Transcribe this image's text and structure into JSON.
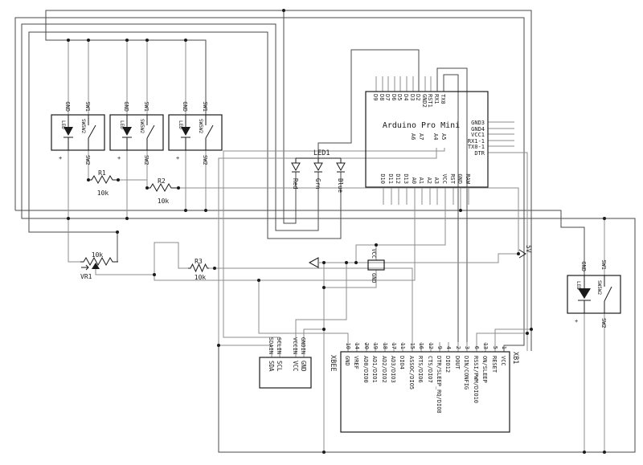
{
  "schematic": {
    "bg": "#ffffff",
    "wire_color": "#8c8c8c",
    "dark_wire_color": "#4a4a4a",
    "component_color": "#1a1a1a"
  },
  "button_module": {
    "gnd": "GND",
    "sw1": "SW1",
    "sw2": "SW2",
    "plus": "+",
    "led": "LED",
    "sw": "SW5W2"
  },
  "resistors": {
    "r1": {
      "ref": "R1",
      "val": "10k"
    },
    "r2": {
      "ref": "R2",
      "val": "10k"
    },
    "r3": {
      "ref": "R3",
      "val": "10k"
    }
  },
  "potentiometer": {
    "ref": "VR1",
    "val": "10k"
  },
  "rgb_led": {
    "ref": "LED1",
    "red": "Red",
    "green": "Grn",
    "blue": "Blue"
  },
  "arduino": {
    "label": "Arduino Pro Mini",
    "top_pins": [
      "D9",
      "D8",
      "D7",
      "D6",
      "D5",
      "D4",
      "D3",
      "D2",
      "GND2",
      "RST1",
      "RX1",
      "TX0"
    ],
    "right_pins": [
      "GND3",
      "GND4",
      "VCC1",
      "RX1-1",
      "TX0-1",
      "DTR"
    ],
    "analog_pins": [
      "A6",
      "A7",
      "A4",
      "A5"
    ],
    "bottom_pins": [
      "D10",
      "D11",
      "D12",
      "D13",
      "A0",
      "A1",
      "A2",
      "A3",
      "VCC",
      "RST",
      "GND",
      "RAW"
    ]
  },
  "decoupling": {
    "vcc": "VCC",
    "gnd": "GND"
  },
  "power_flag": {
    "label": "5V"
  },
  "i2c_device": {
    "wire_labels": [
      "SDAIN",
      "SCLIN",
      "VCCIN",
      "GNDIN"
    ],
    "pins": [
      "SDA",
      "SCL",
      "VCC",
      "GND"
    ]
  },
  "xbee": {
    "label": "XBEE",
    "ref": "XB1",
    "pins": [
      {
        "n": "10",
        "name": "GND"
      },
      {
        "n": "14",
        "name": "VREF"
      },
      {
        "n": "20",
        "name": "AD0/DIO0"
      },
      {
        "n": "19",
        "name": "AD1/DIO1"
      },
      {
        "n": "18",
        "name": "AD2/DIO2"
      },
      {
        "n": "17",
        "name": "AD3/DIO3"
      },
      {
        "n": "11",
        "name": "DIO4"
      },
      {
        "n": "15",
        "name": "ASSOC/DIO5"
      },
      {
        "n": "16",
        "name": "RTS/DIO6"
      },
      {
        "n": "12",
        "name": "CTS/DIO7"
      },
      {
        "n": "9",
        "name": "DTR/SLEEP_RQ/DIO8"
      },
      {
        "n": "4",
        "name": "DIO12"
      },
      {
        "n": "2",
        "name": "DOUT"
      },
      {
        "n": "3",
        "name": "DIN/CONFIG"
      },
      {
        "n": "6",
        "name": "RSSI/PWM/DIO10"
      },
      {
        "n": "13",
        "name": "ON/SLEEP"
      },
      {
        "n": "5",
        "name": "RESET"
      },
      {
        "n": "1",
        "name": "VCC"
      }
    ]
  }
}
